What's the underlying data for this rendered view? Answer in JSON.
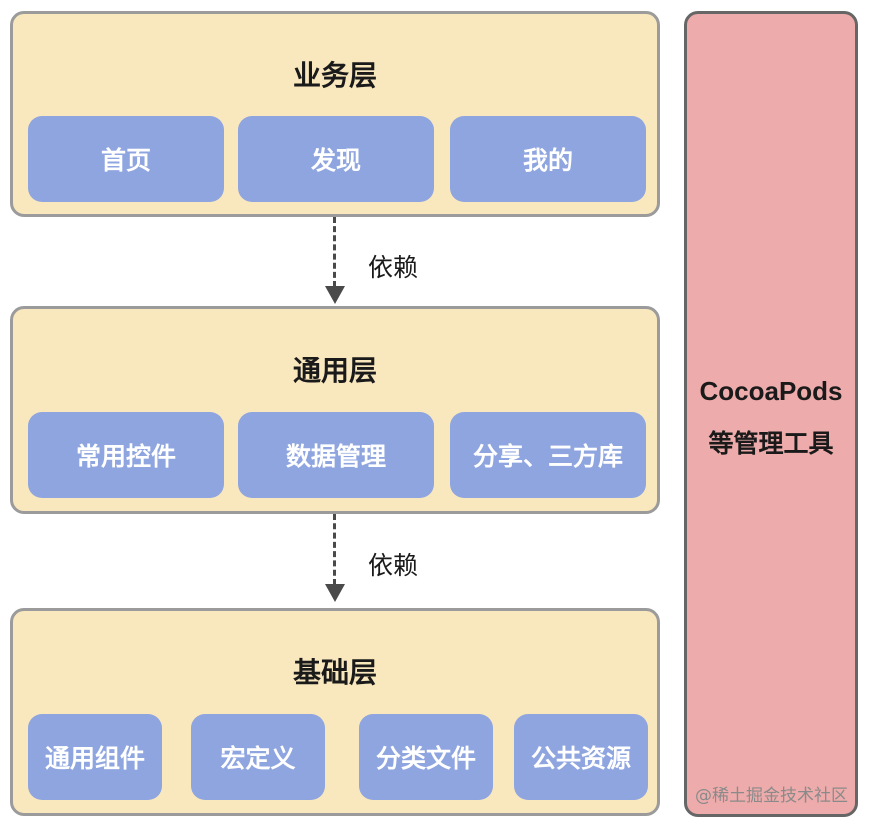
{
  "business_layer": {
    "title": "业务层",
    "modules": [
      "首页",
      "发现",
      "我的"
    ]
  },
  "dependency_1": {
    "label": "依赖"
  },
  "common_layer": {
    "title": "通用层",
    "modules": [
      "常用控件",
      "数据管理",
      "分享、三方库"
    ]
  },
  "dependency_2": {
    "label": "依赖"
  },
  "base_layer": {
    "title": "基础层",
    "modules": [
      "通用组件",
      "宏定义",
      "分类文件",
      "公共资源"
    ]
  },
  "tool_panel": {
    "name": "CocoaPods",
    "description": "等管理工具"
  },
  "watermark": "@稀土掘金技术社区",
  "colors": {
    "layer_fill": "#f9e7be",
    "module_fill": "#8fa5e0",
    "tool_fill": "#eeabab",
    "border": "#9b9b9b"
  }
}
